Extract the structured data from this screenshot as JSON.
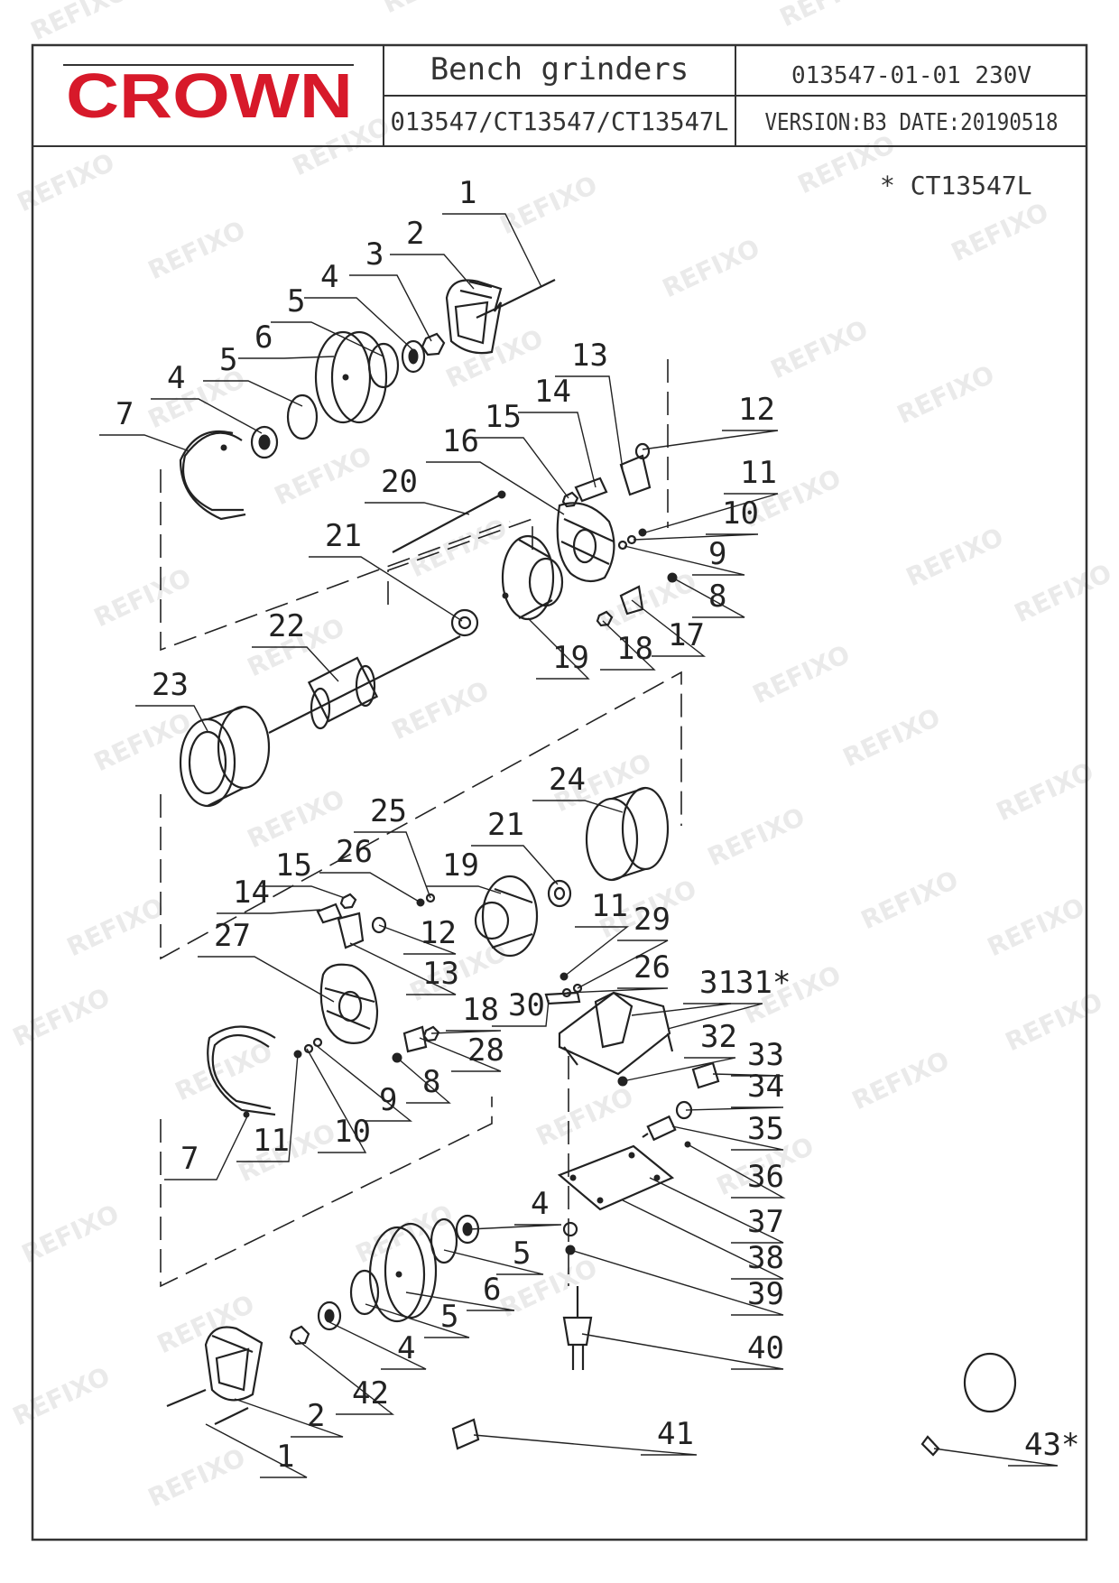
{
  "header": {
    "brand": "CROWN",
    "title": "Bench  grinders",
    "models": "013547/CT13547/CT13547L",
    "code": "013547-01-01  230V",
    "version": "VERSION:B3  DATE:20190518"
  },
  "variant_note": "* CT13547L",
  "watermark": "REFIXO",
  "colors": {
    "brand_red": "#d7192a",
    "ink": "#222222",
    "frame": "#333333"
  },
  "callouts": [
    {
      "n": "1"
    },
    {
      "n": "2"
    },
    {
      "n": "3"
    },
    {
      "n": "4"
    },
    {
      "n": "5"
    },
    {
      "n": "6"
    },
    {
      "n": "5"
    },
    {
      "n": "4"
    },
    {
      "n": "7"
    },
    {
      "n": "13"
    },
    {
      "n": "14"
    },
    {
      "n": "15"
    },
    {
      "n": "16"
    },
    {
      "n": "12"
    },
    {
      "n": "11"
    },
    {
      "n": "10"
    },
    {
      "n": "9"
    },
    {
      "n": "8"
    },
    {
      "n": "20"
    },
    {
      "n": "21"
    },
    {
      "n": "17"
    },
    {
      "n": "18"
    },
    {
      "n": "19"
    },
    {
      "n": "22"
    },
    {
      "n": "23"
    },
    {
      "n": "24"
    },
    {
      "n": "25"
    },
    {
      "n": "21"
    },
    {
      "n": "26"
    },
    {
      "n": "19"
    },
    {
      "n": "15"
    },
    {
      "n": "14"
    },
    {
      "n": "12"
    },
    {
      "n": "13"
    },
    {
      "n": "27"
    },
    {
      "n": "11"
    },
    {
      "n": "29"
    },
    {
      "n": "26"
    },
    {
      "n": "31"
    },
    {
      "n": "31*"
    },
    {
      "n": "30"
    },
    {
      "n": "18"
    },
    {
      "n": "28"
    },
    {
      "n": "8"
    },
    {
      "n": "9"
    },
    {
      "n": "10"
    },
    {
      "n": "7"
    },
    {
      "n": "11"
    },
    {
      "n": "32"
    },
    {
      "n": "33"
    },
    {
      "n": "34"
    },
    {
      "n": "35"
    },
    {
      "n": "36"
    },
    {
      "n": "37"
    },
    {
      "n": "38"
    },
    {
      "n": "4"
    },
    {
      "n": "5"
    },
    {
      "n": "6"
    },
    {
      "n": "39"
    },
    {
      "n": "5"
    },
    {
      "n": "4"
    },
    {
      "n": "40"
    },
    {
      "n": "42"
    },
    {
      "n": "2"
    },
    {
      "n": "1"
    },
    {
      "n": "41"
    },
    {
      "n": "43*"
    }
  ]
}
